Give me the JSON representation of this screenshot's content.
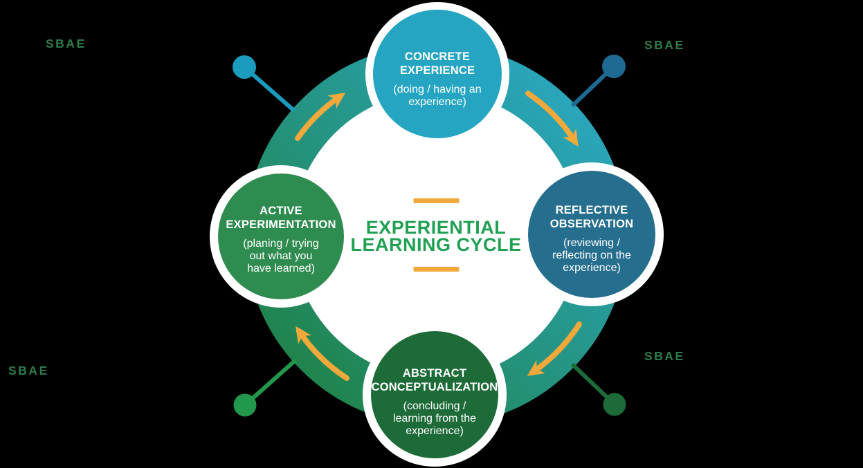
{
  "diagram": {
    "title": {
      "lines": [
        "EXPERIENTIAL",
        "LEARNING CYCLE"
      ],
      "color": "#1FA053"
    },
    "nodes": [
      {
        "id": "concrete-experience",
        "position": "top",
        "title_lines": [
          "CONCRETE",
          "EXPERIENCE"
        ],
        "subtitle_lines": [
          "(doing / having an",
          "experience)"
        ],
        "color": "#25A5C2"
      },
      {
        "id": "reflective-observation",
        "position": "right",
        "title_lines": [
          "REFLECTIVE",
          "OBSERVATION"
        ],
        "subtitle_lines": [
          "(reviewing /",
          "reflecting on the",
          "experience)"
        ],
        "color": "#256E8E"
      },
      {
        "id": "abstract-conceptualization",
        "position": "bottom",
        "title_lines": [
          "ABSTRACT",
          "CONCEPTUALIZATION"
        ],
        "subtitle_lines": [
          "(concluding /",
          "learning from the",
          "experience)"
        ],
        "color": "#1D6B38"
      },
      {
        "id": "active-experimentation",
        "position": "left",
        "title_lines": [
          "ACTIVE",
          "EXPERIMENTATION"
        ],
        "subtitle_lines": [
          "(planing / trying",
          "out what you",
          "have learned)"
        ],
        "color": "#2F8C50"
      }
    ],
    "callouts": [
      {
        "position": "top-left",
        "label": "SBAE",
        "color": "#1B9CBE"
      },
      {
        "position": "top-right",
        "label": "SBAE",
        "color": "#1E6A92"
      },
      {
        "position": "bottom-right",
        "label": "SBAE",
        "color": "#1D6B38"
      },
      {
        "position": "bottom-left",
        "label": "SBAE",
        "color": "#21984C"
      }
    ],
    "colors": {
      "background": "#000000",
      "ring_green": "#1F8040",
      "ring_teal": "#2BA9C8",
      "arrow_yellow": "#F1A93B",
      "center_title_green": "#1FA053",
      "sbae_label_green": "#2E7C4A",
      "inner_disc": "#FFFFFF"
    }
  }
}
